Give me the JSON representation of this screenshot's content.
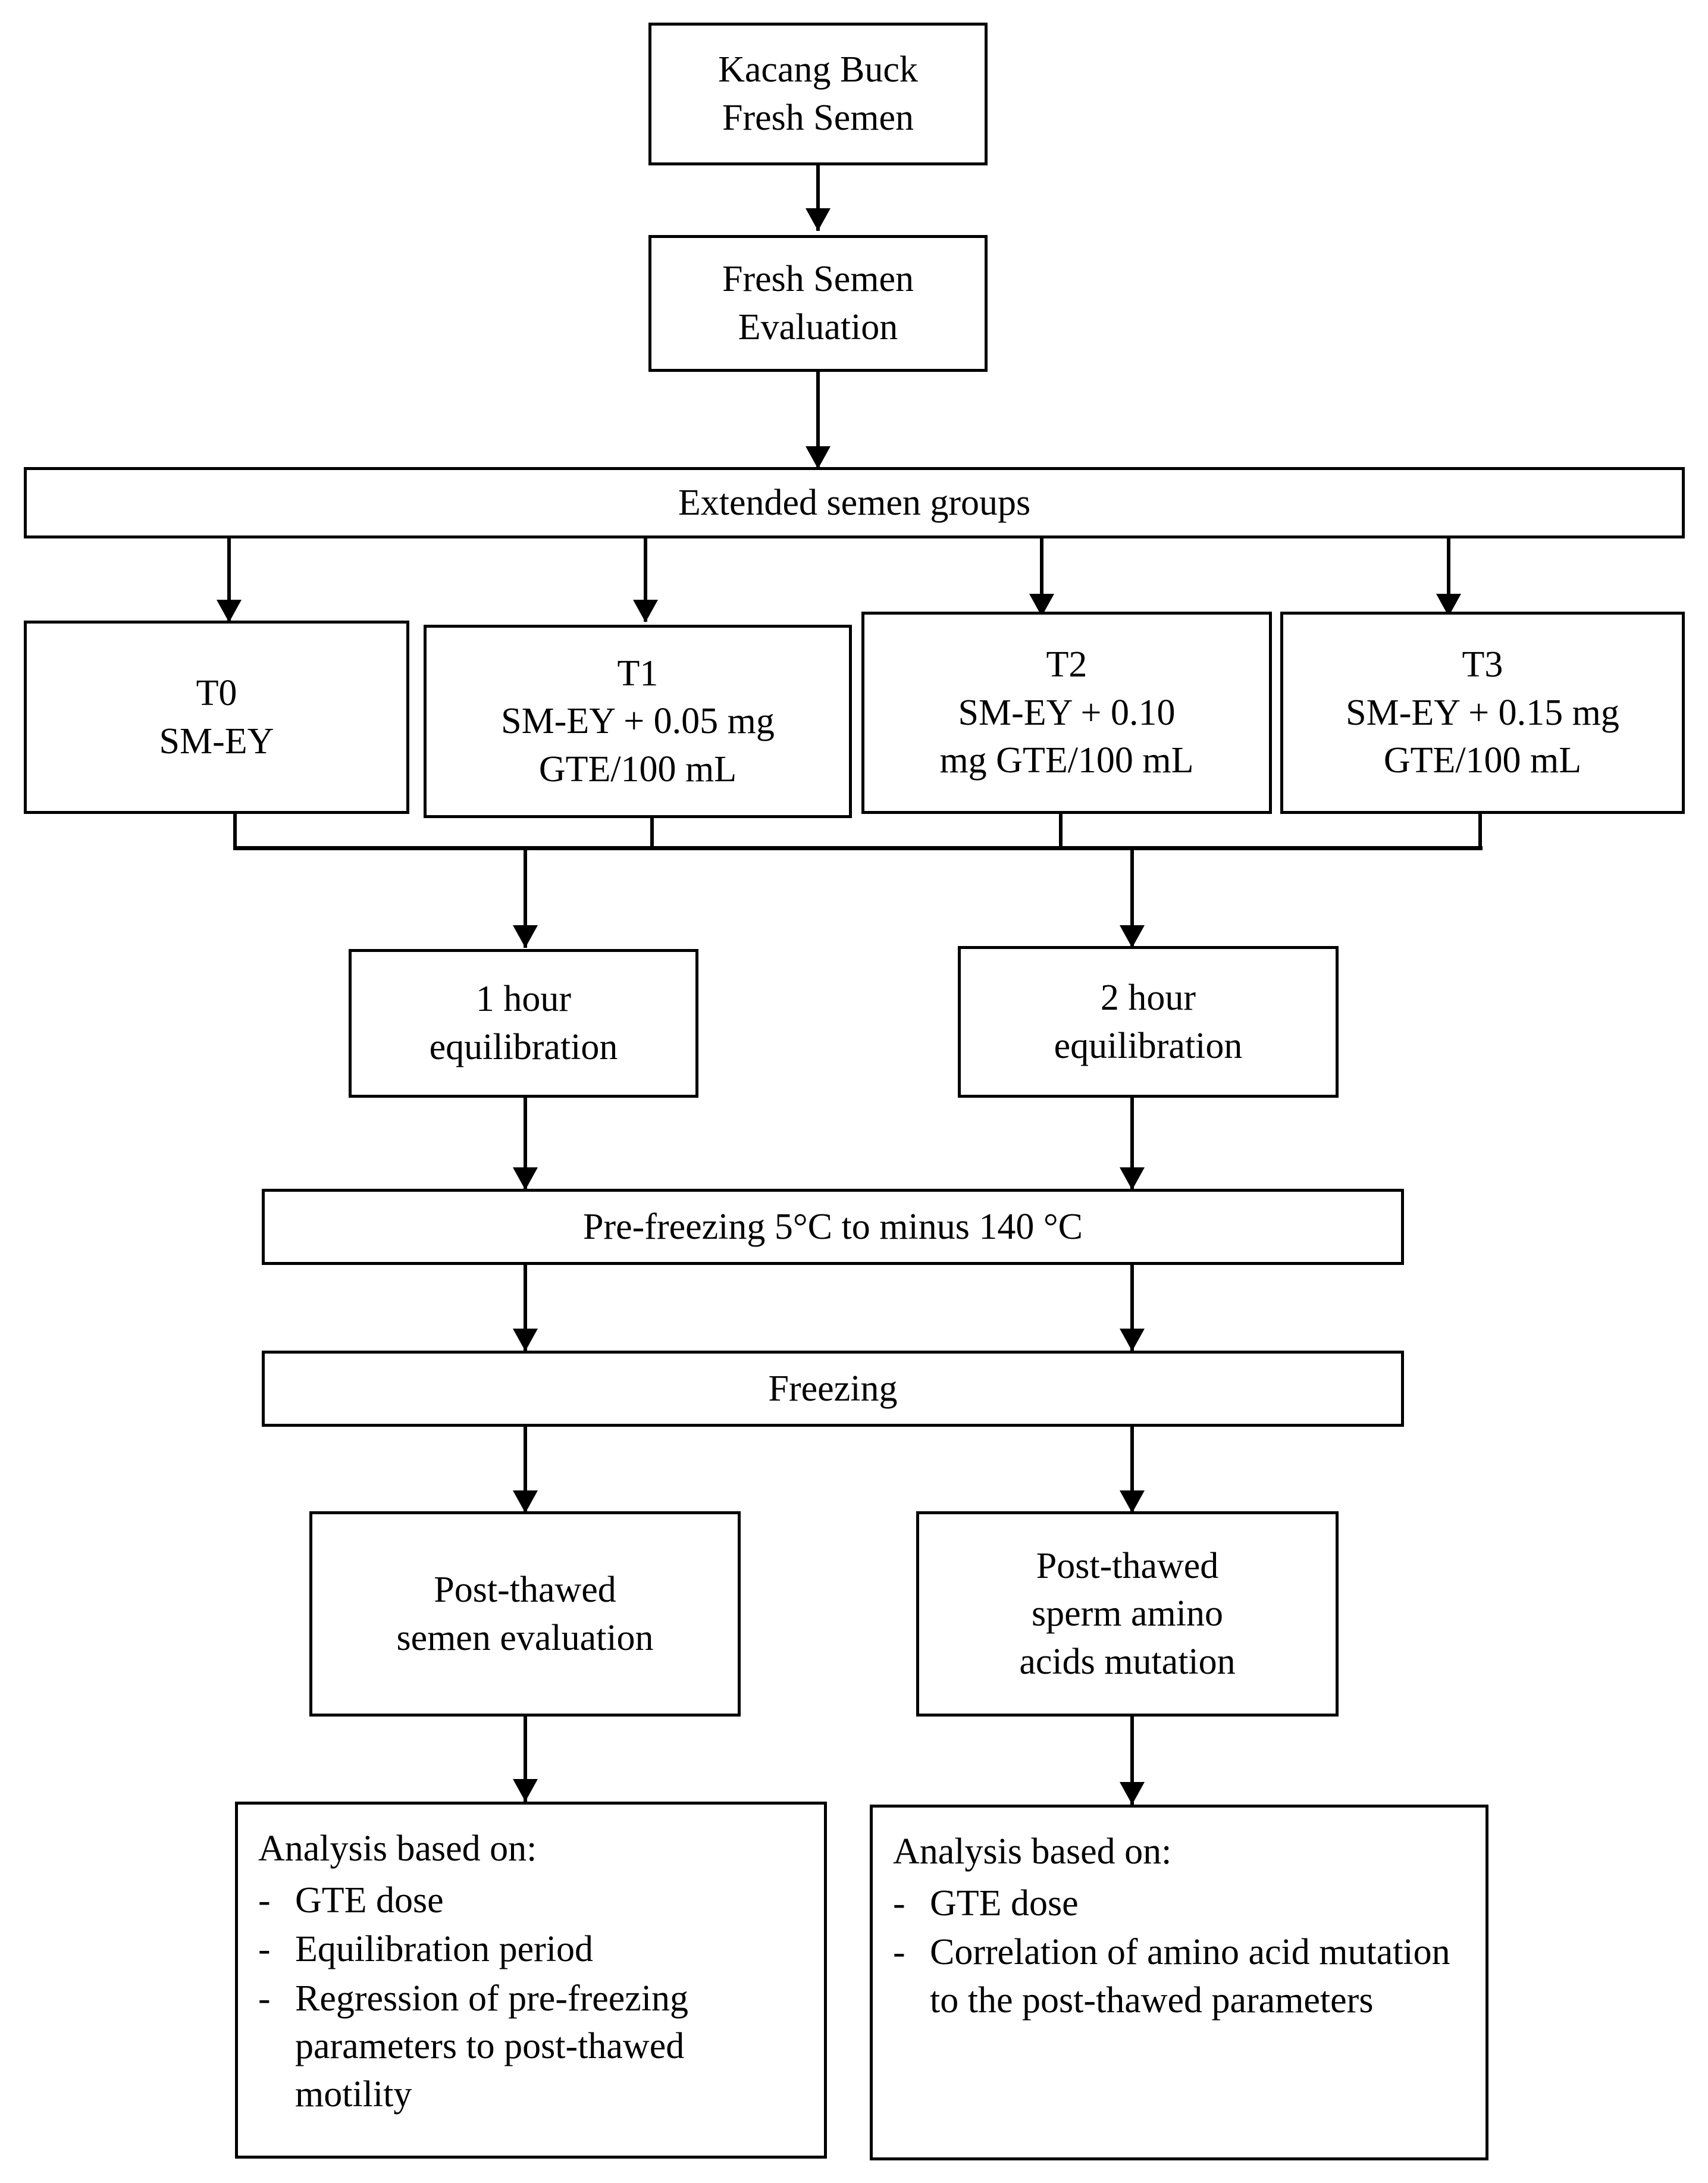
{
  "diagram": {
    "title": "Kacang buck semen cryopreservation experimental flowchart",
    "nodes": {
      "fresh_semen": "Kacang Buck\nFresh Semen",
      "fresh_semen_evaluation": "Fresh Semen\nEvaluation",
      "extended_groups": "Extended  semen groups",
      "t0": "T0\nSM-EY",
      "t1": "T1\nSM-EY + 0.05 mg\nGTE/100 mL",
      "t2": "T2\nSM-EY + 0.10\nmg GTE/100 mL",
      "t3": "T3\nSM-EY + 0.15 mg\nGTE/100 mL",
      "equilibration_1h": "1 hour\nequilibration",
      "equilibration_2h": "2 hour\nequilibration",
      "pre_freezing": "Pre-freezing 5°C to minus 140 °C",
      "freezing": "Freezing",
      "post_thawed_semen": "Post-thawed\nsemen evaluation",
      "post_thawed_amino": "Post-thawed\nsperm amino\nacids mutation"
    },
    "analysis_left": {
      "title": "Analysis based on:",
      "bullet_marker": "-",
      "items": [
        "GTE dose",
        "Equilibration period",
        "Regression of pre-freezing parameters to post-thawed motility"
      ]
    },
    "analysis_right": {
      "title": "Analysis based on:",
      "bullet_marker": "-",
      "items": [
        "GTE dose",
        "Correlation of amino acid mutation to the post-thawed parameters"
      ]
    },
    "colors": {
      "stroke": "#000000",
      "fill": "#ffffff"
    }
  }
}
